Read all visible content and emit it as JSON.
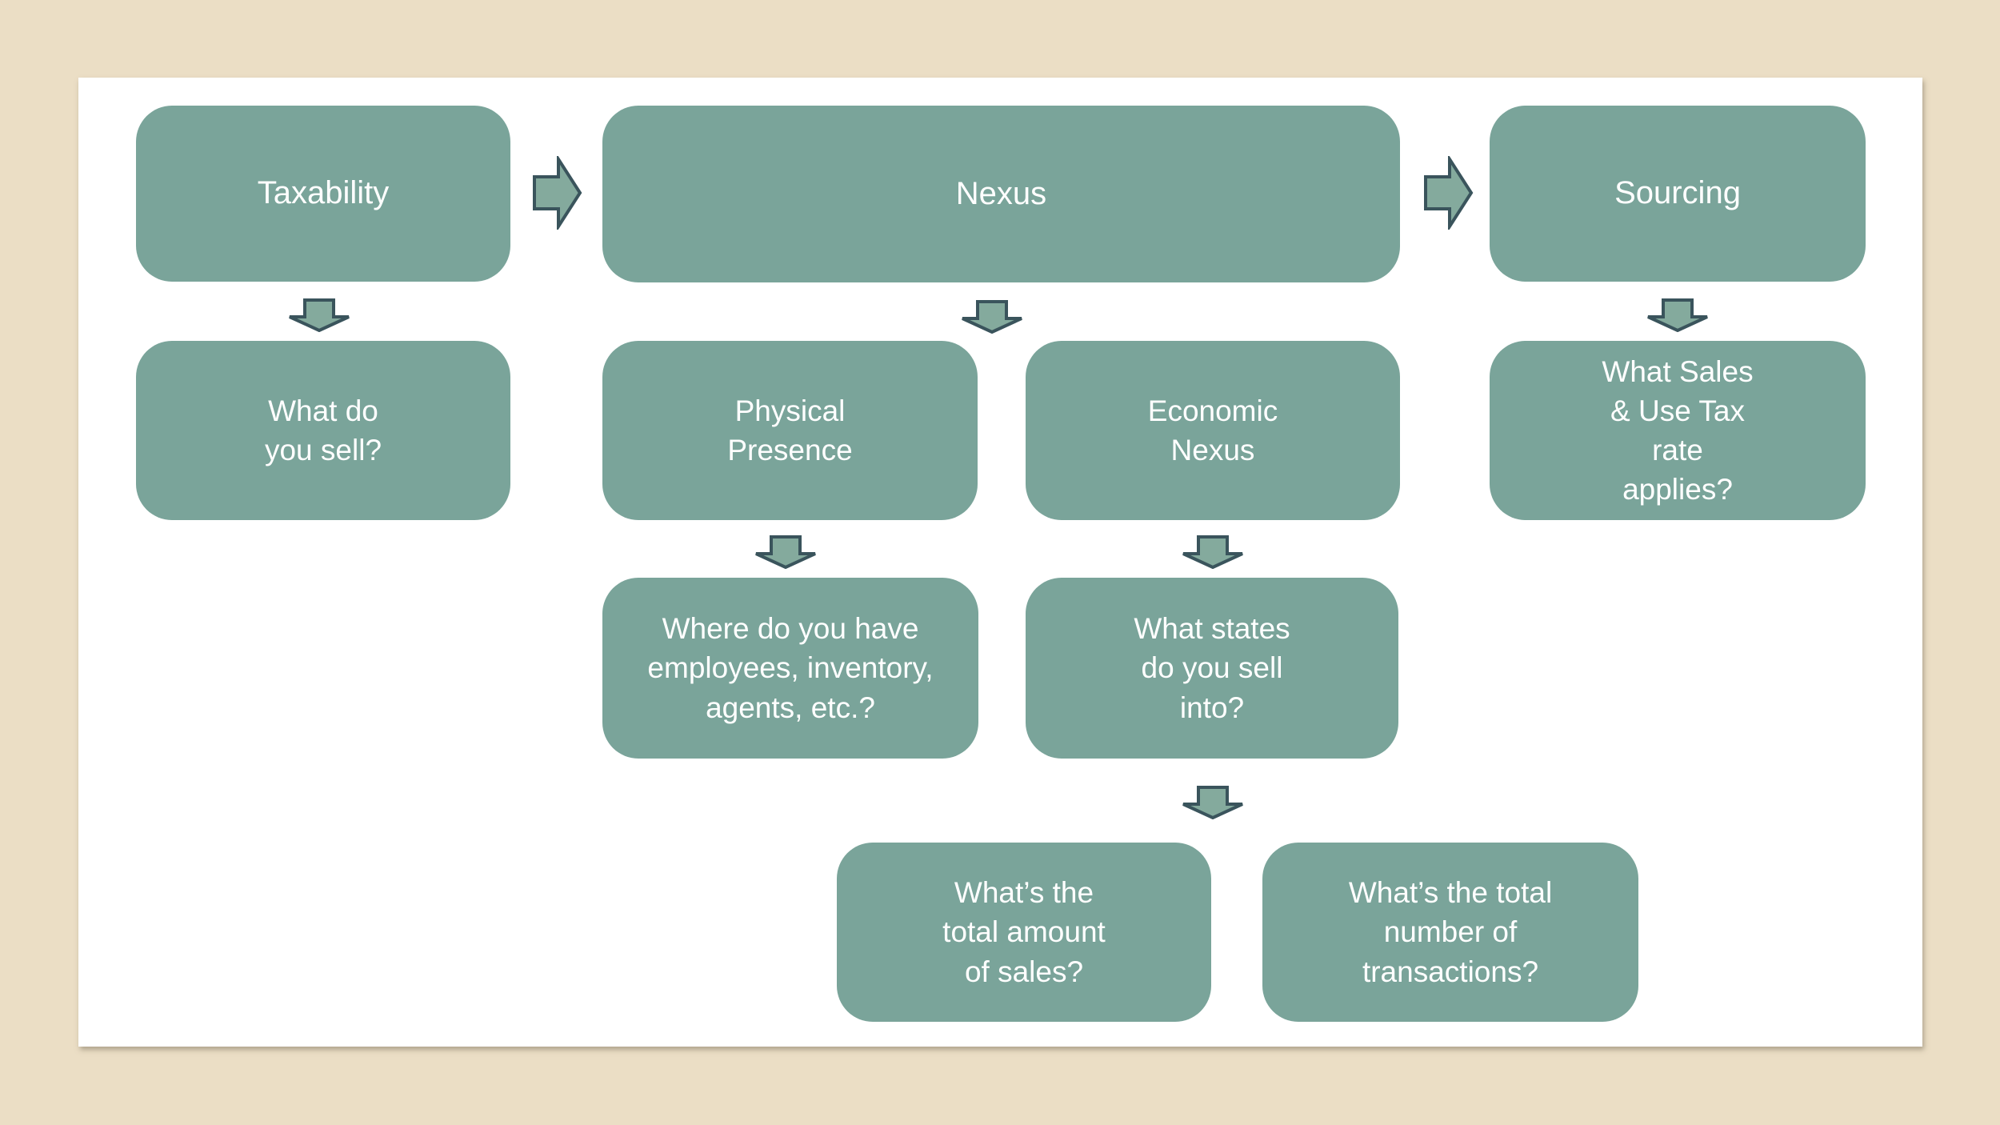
{
  "colors": {
    "page_background": "#EBDEC5",
    "slide_background": "#FFFFFF",
    "node_fill": "#7AA49A",
    "arrow_fill": "#84AA9D",
    "arrow_outline": "#3A545C",
    "node_text": "#FFFFFF"
  },
  "diagram": {
    "nodes": {
      "taxability": {
        "label": "Taxability"
      },
      "nexus": {
        "label": "Nexus"
      },
      "sourcing": {
        "label": "Sourcing"
      },
      "what_do_you_sell": {
        "label": "What do\nyou sell?"
      },
      "physical_presence": {
        "label": "Physical\nPresence"
      },
      "economic_nexus": {
        "label": "Economic\nNexus"
      },
      "sales_use_tax_rate": {
        "label": "What Sales\n& Use Tax\nrate\napplies?"
      },
      "where_employees": {
        "label": "Where do you have\nemployees, inventory,\nagents, etc.?"
      },
      "what_states": {
        "label": "What states\ndo you sell\ninto?"
      },
      "total_amount_of_sales": {
        "label": "What’s the\ntotal amount\nof sales?"
      },
      "total_number_of_transactions": {
        "label": "What’s the total\nnumber of\ntransactions?"
      }
    },
    "connections": [
      {
        "from": "taxability",
        "to": "nexus",
        "direction": "right"
      },
      {
        "from": "nexus",
        "to": "sourcing",
        "direction": "right"
      },
      {
        "from": "taxability",
        "to": "what_do_you_sell",
        "direction": "down"
      },
      {
        "from": "nexus",
        "to": "physical_presence_and_economic_nexus",
        "direction": "down"
      },
      {
        "from": "sourcing",
        "to": "sales_use_tax_rate",
        "direction": "down"
      },
      {
        "from": "physical_presence",
        "to": "where_employees",
        "direction": "down"
      },
      {
        "from": "economic_nexus",
        "to": "what_states",
        "direction": "down"
      },
      {
        "from": "what_states",
        "to": "total_amount_of_sales_and_total_number_of_transactions",
        "direction": "down"
      }
    ]
  }
}
